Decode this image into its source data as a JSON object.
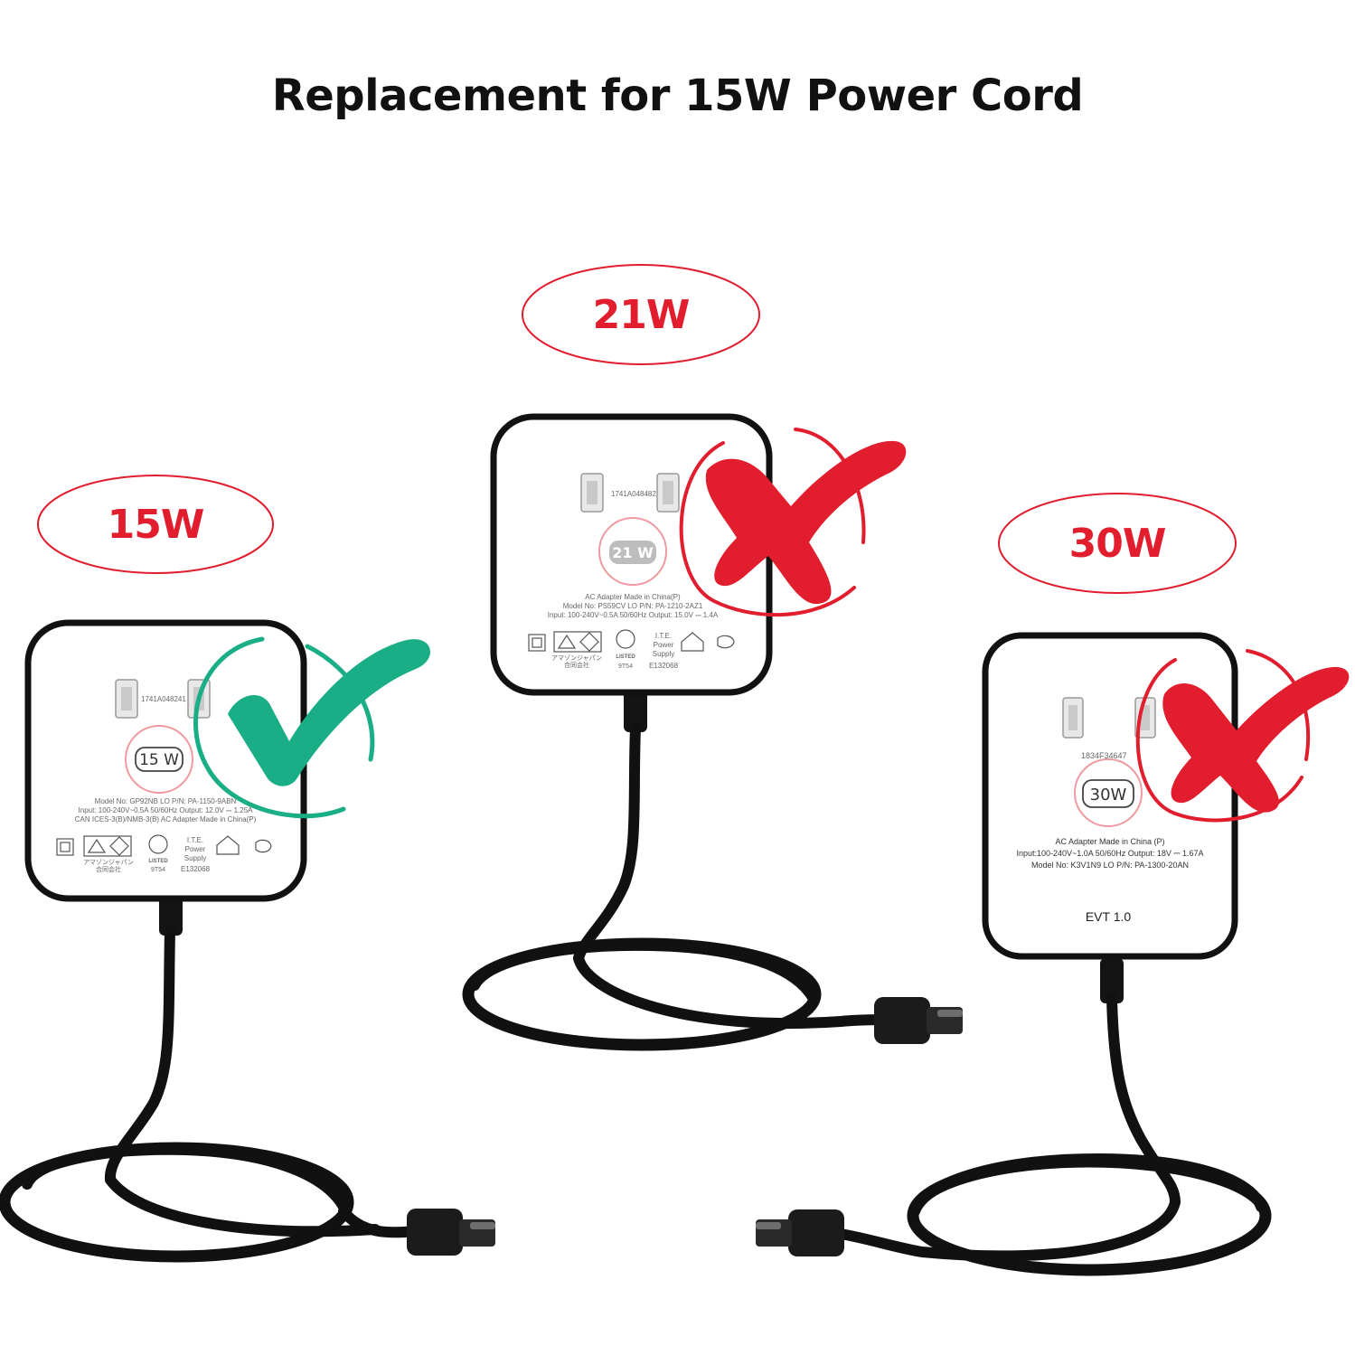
{
  "title": "Replacement for 15W  Power Cord",
  "colors": {
    "accent_red": "#e11d2e",
    "check_green": "#1aae87",
    "cable": "#111111"
  },
  "adapters": [
    {
      "watt_label": "15W",
      "badge": "15 W",
      "serial": "1741A048241",
      "lines": [
        "Model No: GP92NB   LO   P/N: PA-1150-9ABN",
        "Input: 100-240V~0.5A  50/60Hz   Output: 12.0V ⎓ 1.25A",
        "CAN ICES-3(B)/NMB-3(B)    AC Adapter   Made in China(P)"
      ],
      "cert_jp": "アマゾンジャパン",
      "cert_jp2": "合同会社",
      "listed": "LISTED",
      "code": "9T54",
      "ite": "I.T.E.",
      "power": "Power",
      "supply": "Supply",
      "file": "E132068",
      "status_icon": "check-icon"
    },
    {
      "watt_label": "21W",
      "badge": "21 W",
      "serial": "1741A048482",
      "lines": [
        "AC Adapter  Made in China(P)",
        "Model No: PS59CV   LO   P/N: PA-1210-2AZ1",
        "Input: 100-240V~0.5A  50/60Hz   Output: 15.0V ⎓ 1.4A"
      ],
      "cert_jp": "アマゾンジャパン",
      "cert_jp2": "合同会社",
      "listed": "LISTED",
      "code": "9T54",
      "ite": "I.T.E.",
      "power": "Power",
      "supply": "Supply",
      "file": "E132068",
      "status_icon": "cross-icon"
    },
    {
      "watt_label": "30W",
      "badge": "30W",
      "serial": "1834F34647",
      "lines": [
        "AC Adapter Made in China (P)",
        "Input:100-240V~1.0A   50/60Hz   Output: 18V ⎓ 1.67A",
        "Model No: K3V1N9  LO P/N: PA-1300-20AN"
      ],
      "evt": "EVT 1.0",
      "status_icon": "cross-icon"
    }
  ]
}
